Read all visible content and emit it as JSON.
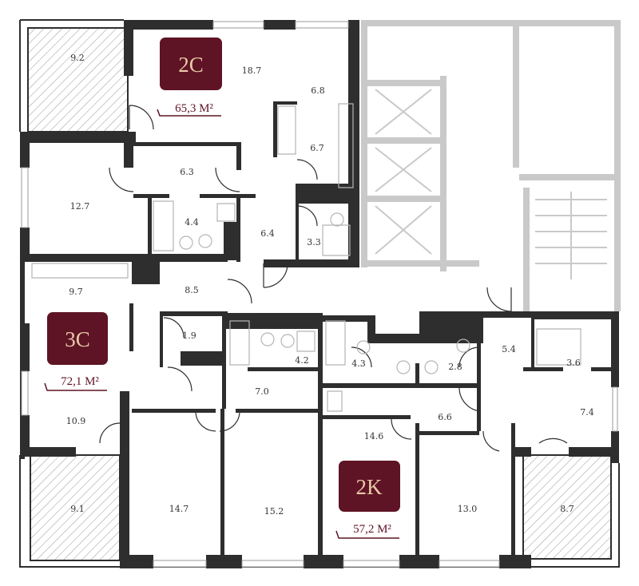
{
  "apartments": [
    {
      "code": "2C",
      "area": "65,3 М²",
      "rooms": [
        "9.2",
        "18.7",
        "6.8",
        "6.7",
        "6.3",
        "12.7",
        "4.4",
        "6.4",
        "3.3"
      ]
    },
    {
      "code": "3C",
      "area": "72,1 М²",
      "rooms": [
        "9.7",
        "8.5",
        "1.9",
        "4.2",
        "7.0",
        "10.9",
        "9.1",
        "14.7",
        "15.2"
      ]
    },
    {
      "code": "2K",
      "area": "57,2 М²",
      "rooms": [
        "4.3",
        "2.8",
        "5.4",
        "3.6",
        "7.4",
        "6.6",
        "14.6",
        "13.0",
        "8.7"
      ]
    }
  ],
  "colors": {
    "badge": "#5e1424",
    "badge_text": "#e8c9a8",
    "wall": "#2e2e2e",
    "core": "#c9c9c9"
  }
}
